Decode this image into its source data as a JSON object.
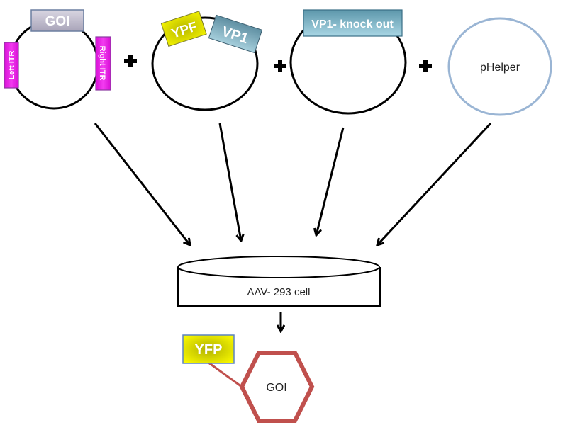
{
  "plasmids": [
    {
      "id": "goi-plasmid",
      "labels": {
        "top": "GOI",
        "left": "Left ITR",
        "right": "Right ITR"
      }
    },
    {
      "id": "ypf-vp1-plasmid",
      "labels": {
        "ypf": "YPF",
        "vp1": "VP1"
      }
    },
    {
      "id": "vp1-ko-plasmid",
      "labels": {
        "top": "VP1- knock out"
      }
    },
    {
      "id": "phelper-plasmid",
      "labels": {
        "center": "pHelper"
      }
    }
  ],
  "operators": {
    "plus": "+"
  },
  "dish": {
    "label": "AAV- 293 cell"
  },
  "product": {
    "tag": "YFP",
    "core": "GOI"
  },
  "colors": {
    "goi_box": "#c8c4d4",
    "itr_box": "#e21ce0",
    "ypf_box": "#e6e600",
    "vp1_box": "#7fa8b8",
    "ko_box": "#7fb2c4",
    "phelper_ring": "#9ab5d4",
    "yfp_box": "#ffff00",
    "hexagon": "#c0504d",
    "stroke": "#000000"
  }
}
